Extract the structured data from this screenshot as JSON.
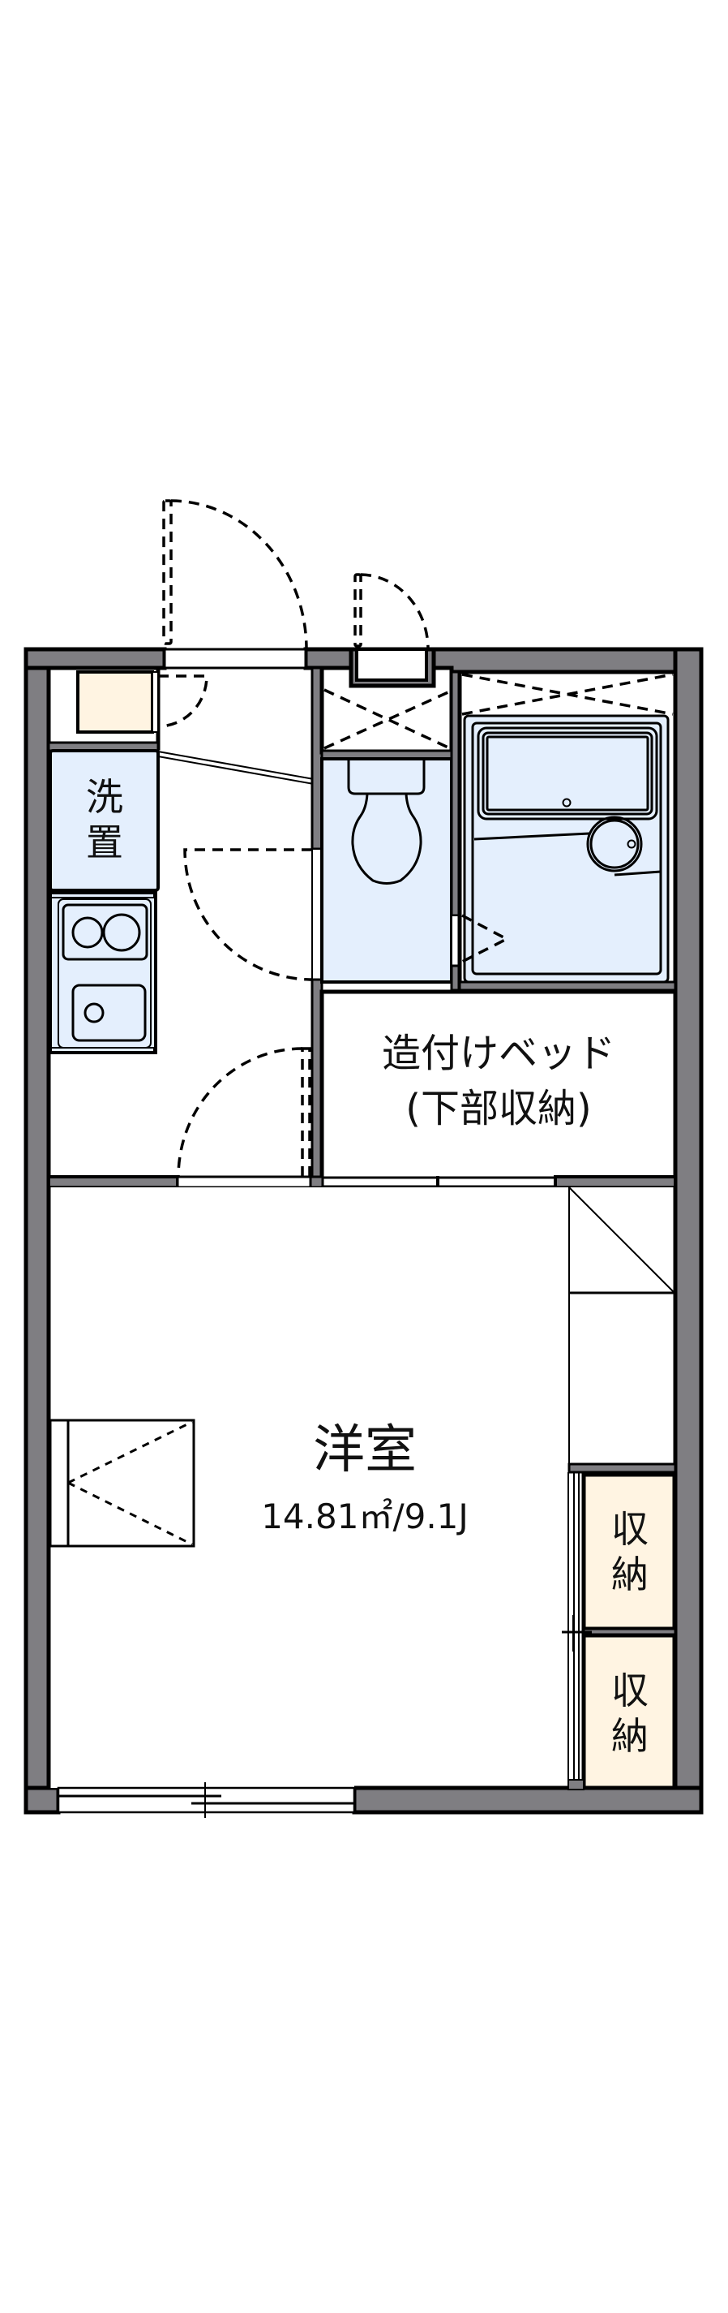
{
  "floorplan": {
    "colors": {
      "wall": "#7f7e82",
      "line": "#000000",
      "wet_area": "#e4effd",
      "storage": "#fff4e2",
      "background": "#ffffff"
    },
    "rooms": {
      "main_room": {
        "name": "洋室",
        "area": "14.81㎡/9.1J"
      },
      "loft_bed": {
        "name_line1": "造付けベッド",
        "name_line2": "(下部収納)"
      },
      "laundry": {
        "name": "洗\n置"
      },
      "storage_upper": {
        "name": "収\n納"
      },
      "storage_lower": {
        "name": "収\n納"
      }
    },
    "fixtures": [
      "entrance-door",
      "shoe-cabinet",
      "washing-machine-space",
      "kitchen-stove",
      "kitchen-sink",
      "toilet",
      "unit-bath",
      "closet",
      "window-balcony"
    ]
  }
}
